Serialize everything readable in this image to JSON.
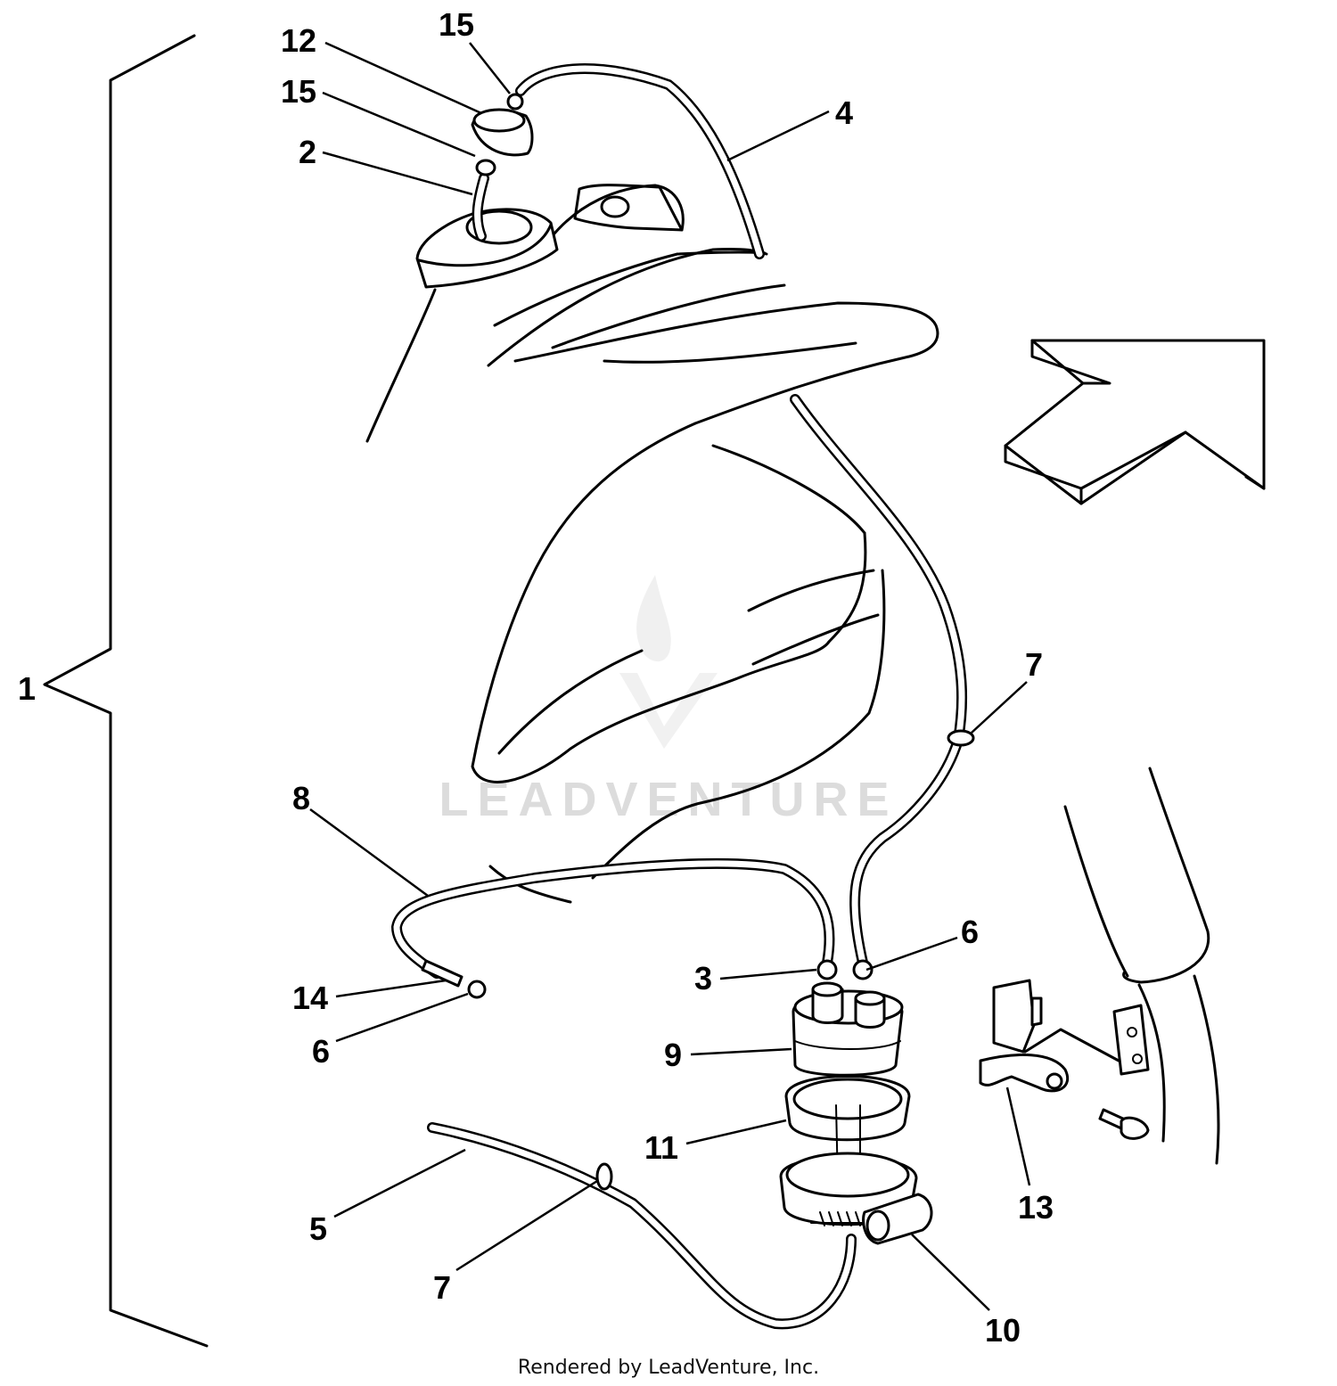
{
  "diagram": {
    "callouts": [
      {
        "id": "c1",
        "label": "1"
      },
      {
        "id": "c2",
        "label": "2"
      },
      {
        "id": "c3",
        "label": "3"
      },
      {
        "id": "c4",
        "label": "4"
      },
      {
        "id": "c5",
        "label": "5"
      },
      {
        "id": "c6a",
        "label": "6"
      },
      {
        "id": "c6b",
        "label": "6"
      },
      {
        "id": "c7a",
        "label": "7"
      },
      {
        "id": "c7b",
        "label": "7"
      },
      {
        "id": "c8",
        "label": "8"
      },
      {
        "id": "c9",
        "label": "9"
      },
      {
        "id": "c10",
        "label": "10"
      },
      {
        "id": "c11",
        "label": "11"
      },
      {
        "id": "c12",
        "label": "12"
      },
      {
        "id": "c13",
        "label": "13"
      },
      {
        "id": "c14",
        "label": "14"
      },
      {
        "id": "c15a",
        "label": "15"
      },
      {
        "id": "c15b",
        "label": "15"
      }
    ],
    "watermark": "LEADVENTURE",
    "footer": "Rendered by LeadVenture, Inc."
  },
  "colors": {
    "line": "#000000",
    "background": "#ffffff",
    "watermark": "#dcdcdc"
  }
}
